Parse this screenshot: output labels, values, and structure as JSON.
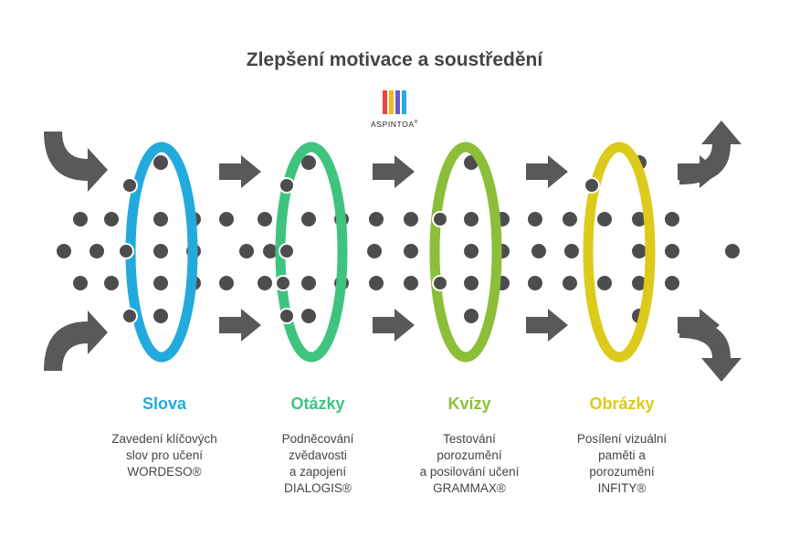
{
  "title": "Zlepšení motivace a soustředění",
  "brand": {
    "name": "ASPINTOA",
    "mark": "®"
  },
  "stages": [
    {
      "label": "Slova",
      "color": "#22aadc",
      "description": "Zavedení klíčových\nslov pro učení\nWORDESO®"
    },
    {
      "label": "Otázky",
      "color": "#3ec47f",
      "description": "Podněcování\nzvědavosti\na zapojení\nDIALOGIS®"
    },
    {
      "label": "Kvízy",
      "color": "#8cbe3a",
      "description": "Testování\nporozumění\na posilování učení\nGRAMMAX®"
    },
    {
      "label": "Obrázky",
      "color": "#dccb1a",
      "description": "Posílení vizuální\npaměti a\nporozumění\nINFITY®"
    }
  ],
  "colors": {
    "arrow": "#595959",
    "dot": "#4d4d4d",
    "title": "#444444"
  }
}
